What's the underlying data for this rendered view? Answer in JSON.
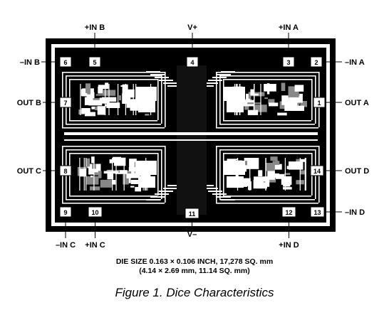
{
  "pins": {
    "in_b_pos": "+IN B",
    "v_plus": "V+",
    "in_a_pos": "+IN A",
    "in_b_neg": "–IN B",
    "in_a_neg": "–IN A",
    "out_b": "OUT B",
    "out_a": "OUT A",
    "out_c": "OUT C",
    "out_d": "OUT D",
    "in_d_neg": "–IN D",
    "in_c_neg": "–IN C",
    "in_c_pos": "+IN C",
    "v_minus": "V–",
    "in_d_pos": "+IN D"
  },
  "pads": [
    "1",
    "2",
    "3",
    "4",
    "5",
    "6",
    "7",
    "8",
    "9",
    "10",
    "11",
    "12",
    "13",
    "14"
  ],
  "die_size": {
    "line1": "DIE SIZE 0.163 × 0.106 INCH, 17,278 SQ. mm",
    "line2": "(4.14 × 2.69 mm, 11.14 SQ. mm)"
  },
  "caption": "Figure 1. Dice Characteristics"
}
